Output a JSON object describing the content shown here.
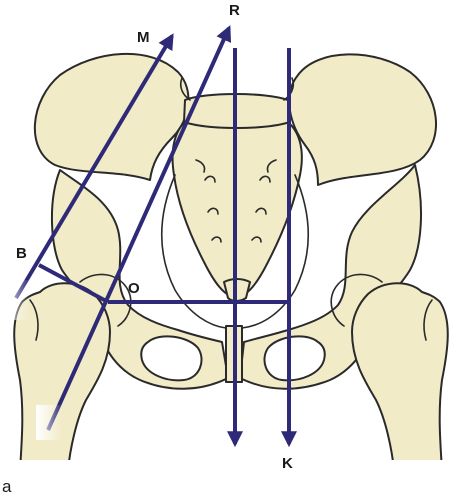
{
  "diagram": {
    "labels": {
      "m": "M",
      "r": "R",
      "b": "B",
      "o": "O",
      "k": "K"
    },
    "panel_label": "a",
    "colors": {
      "line": "#2e2a78",
      "bone": "#f1ebc7",
      "outline": "#2a2a2a",
      "background": "#ffffff"
    }
  }
}
